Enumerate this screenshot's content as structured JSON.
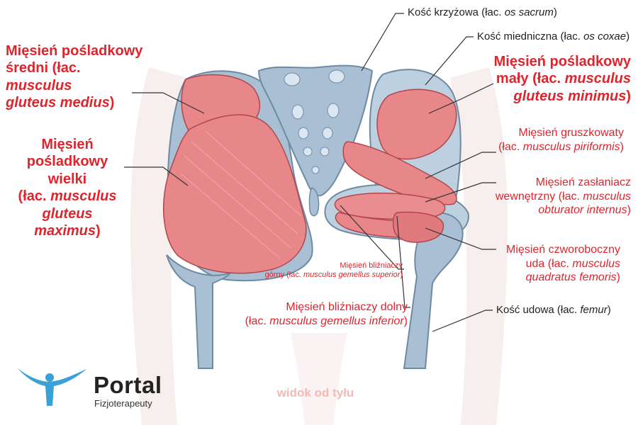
{
  "labels": {
    "gluteus_medius": {
      "line1": "Mięsień pośladkowy",
      "line2_pre": "średni (łac. ",
      "line2_it": "musculus",
      "line3_it": "gluteus medius",
      "line3_post": ")"
    },
    "gluteus_maximus": {
      "line1": "Mięsień",
      "line2": "pośladkowy",
      "line3": "wielki",
      "line4_pre": "(łac. ",
      "line4_it": "musculus",
      "line5_it": "gluteus maximus",
      "line5_post": ")"
    },
    "sacrum": {
      "pre": "Kość krzyżowa (łac. ",
      "it": "os sacrum",
      "post": ")"
    },
    "coxae": {
      "pre": "Kość miedniczna (łac. ",
      "it": "os coxae",
      "post": ")"
    },
    "gluteus_minimus": {
      "line1": "Mięsień pośladkowy",
      "line2_pre": "mały (łac. ",
      "line2_it": "musculus",
      "line3_it": "gluteus minimus",
      "line3_post": ")"
    },
    "piriformis": {
      "line1": "Mięsień gruszkowaty",
      "line2_pre": "(łac. ",
      "line2_it": "musculus piriformis",
      "line2_post": ")"
    },
    "obturator": {
      "line1": "Mięsień zasłaniacz",
      "line2_pre": "wewnętrzny (łac. ",
      "line2_it": "musculus",
      "line3_it": "obturator internus",
      "line3_post": ")"
    },
    "gemellus_superior": {
      "line1": "Mięsień bliźniaczy",
      "line2_pre": "górny (łac. ",
      "line2_it": "musculus gemellus superior",
      "line2_post": ")"
    },
    "quadratus": {
      "line1": "Mięsień czworoboczny",
      "line2_pre": "uda (łac. ",
      "line2_it": "musculus",
      "line3_it": "quadratus femoris",
      "line3_post": ")"
    },
    "gemellus_inferior": {
      "line1": "Mięsień bliźniaczy dolny",
      "line2_pre": "(łac. ",
      "line2_it": "musculus gemellus inferior",
      "line2_post": ")"
    },
    "femur": {
      "pre": "Kość udowa (łac. ",
      "it": "femur",
      "post": ")"
    }
  },
  "view_label": "widok od tyłu",
  "logo": {
    "name": "Portal",
    "subtitle": "Fizjoterapeuty",
    "icon": "person-arms-up-icon"
  },
  "colors": {
    "muscle": "#e8878a",
    "muscle_dark": "#c9555b",
    "bone": "#a9bfd3",
    "bone_light": "#dbe7f0",
    "label_red": "#e0242c",
    "label_dark": "#222222"
  }
}
